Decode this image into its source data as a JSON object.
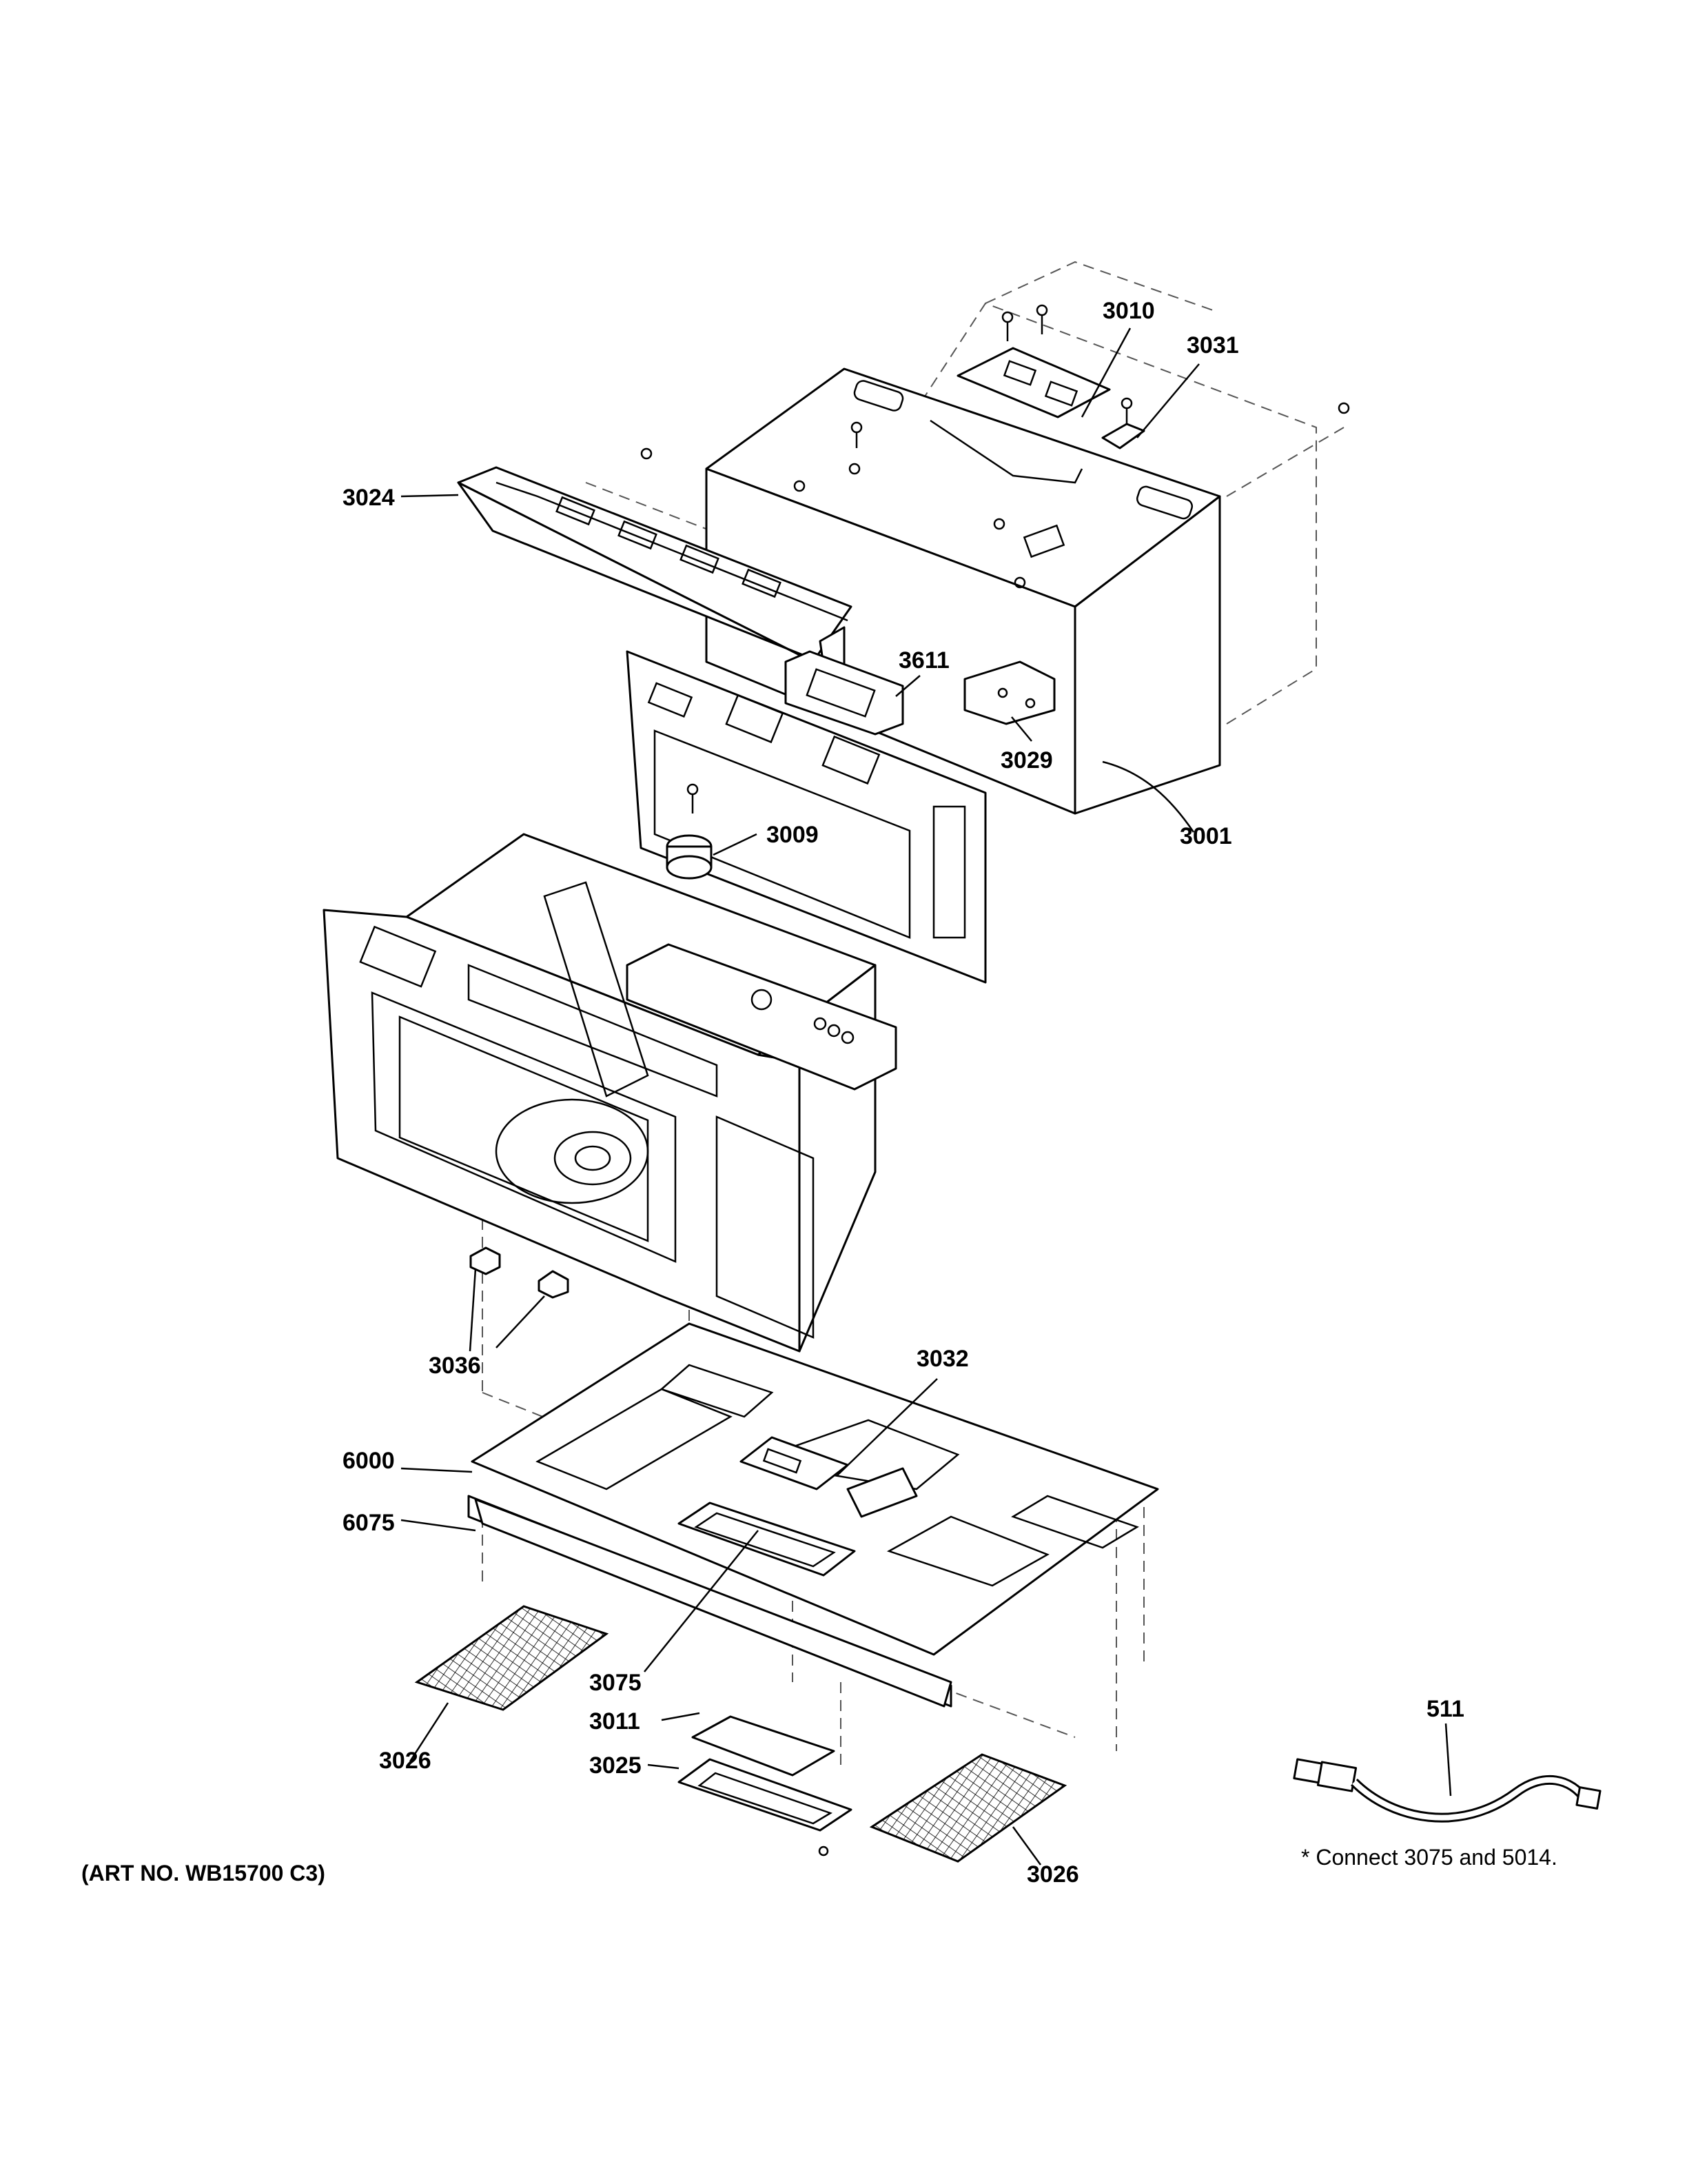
{
  "diagram": {
    "art_number": "(ART NO. WB15700 C3)",
    "note": "* Connect 3075 and 5014.",
    "part_labels": [
      {
        "id": "label-3010",
        "text": "3010"
      },
      {
        "id": "label-3031",
        "text": "3031"
      },
      {
        "id": "label-3024",
        "text": "3024"
      },
      {
        "id": "label-3611",
        "text": "3611"
      },
      {
        "id": "label-3029",
        "text": "3029"
      },
      {
        "id": "label-3009",
        "text": "3009"
      },
      {
        "id": "label-3001",
        "text": "3001"
      },
      {
        "id": "label-3036",
        "text": "3036"
      },
      {
        "id": "label-3032",
        "text": "3032"
      },
      {
        "id": "label-6000",
        "text": "6000"
      },
      {
        "id": "label-6075",
        "text": "6075"
      },
      {
        "id": "label-3075",
        "text": "3075"
      },
      {
        "id": "label-3011",
        "text": "3011"
      },
      {
        "id": "label-3026-left",
        "text": "3026"
      },
      {
        "id": "label-3025",
        "text": "3025"
      },
      {
        "id": "label-3026-right",
        "text": "3026"
      },
      {
        "id": "label-511",
        "text": "511"
      }
    ]
  }
}
